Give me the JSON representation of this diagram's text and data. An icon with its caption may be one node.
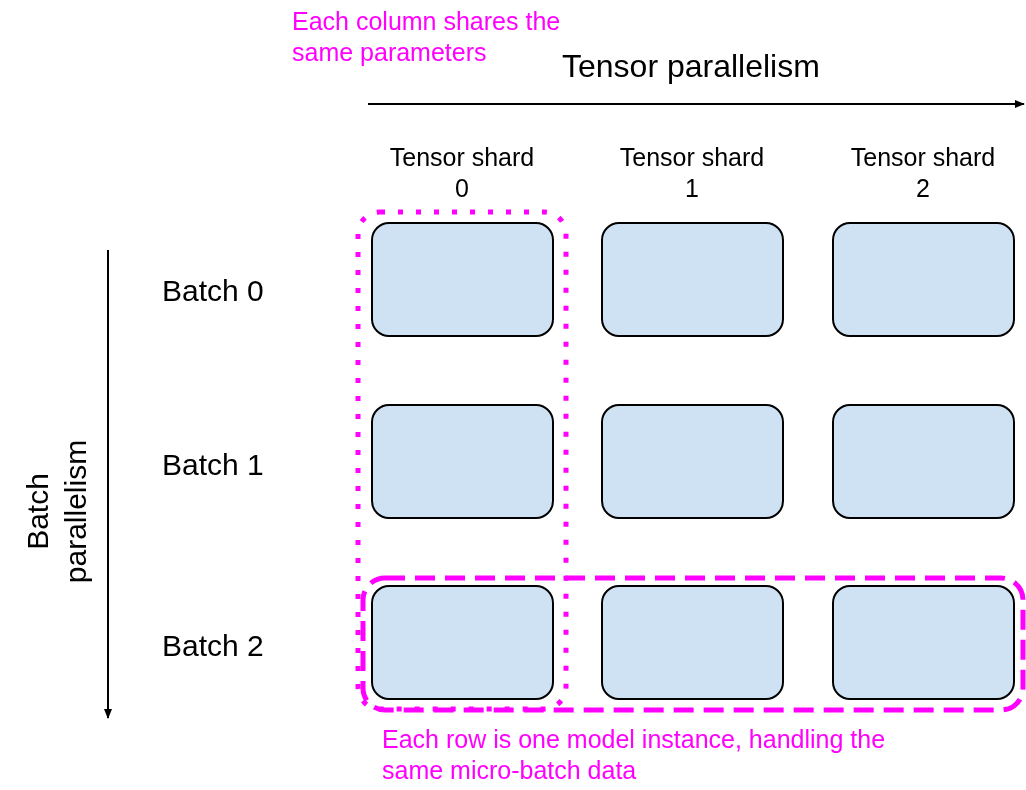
{
  "diagram": {
    "nodes": [
      {
        "text": [],
        "shape": "box"
      },
      {
        "text": [],
        "shape": "box"
      },
      {
        "text": [],
        "shape": "box"
      },
      {
        "text": [],
        "shape": "box"
      },
      {
        "text": [],
        "shape": "box"
      },
      {
        "text": [],
        "shape": "box"
      },
      {
        "text": [],
        "shape": "box"
      },
      {
        "text": [],
        "shape": "box"
      },
      {
        "text": [],
        "shape": "box"
      }
    ],
    "labels": [
      "Each column shares the same parameters",
      "Tensor parallelism",
      "Tensor shard 0",
      "Tensor shard 1",
      "Tensor shard 2",
      "Batch 0",
      "Batch 1",
      "Batch 2",
      "Batch parallelism",
      "Each row is one model instance, handling the same micro-batch data"
    ]
  }
}
